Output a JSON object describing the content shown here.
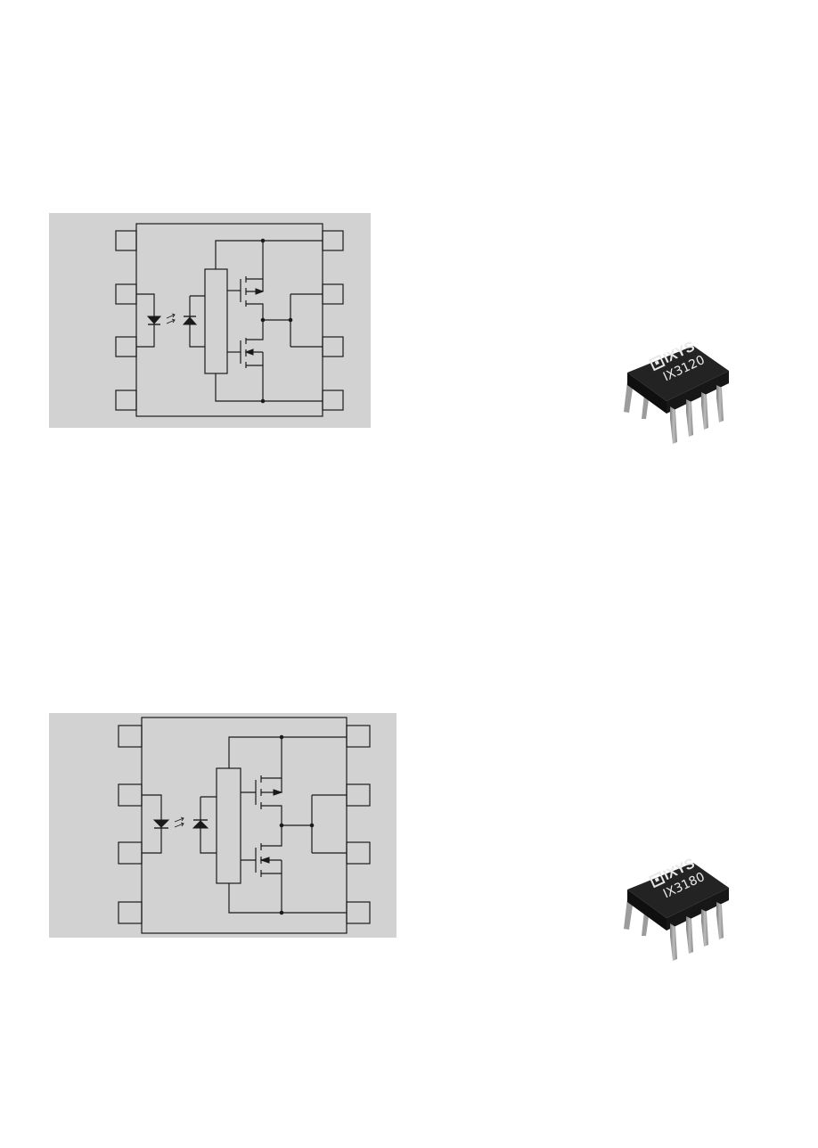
{
  "figures": [
    {
      "id": "ix3120",
      "chip_logo": "IXYS",
      "chip_part": "IX3120"
    },
    {
      "id": "ix3180",
      "chip_logo": "IXYS",
      "chip_part": "IX3180"
    }
  ],
  "colors": {
    "schematic_background": "#d2d2d2",
    "line": "#1a1a1a",
    "chip_body": "#1c1c1c",
    "chip_leads": "#9a9a9a",
    "marking": "#e8e8e8"
  },
  "icons": [
    "led-symbol",
    "photodiode-symbol",
    "light-coupling-arrows",
    "mosfet-symbol",
    "dip8-package-icon",
    "ixys-logo-icon"
  ]
}
